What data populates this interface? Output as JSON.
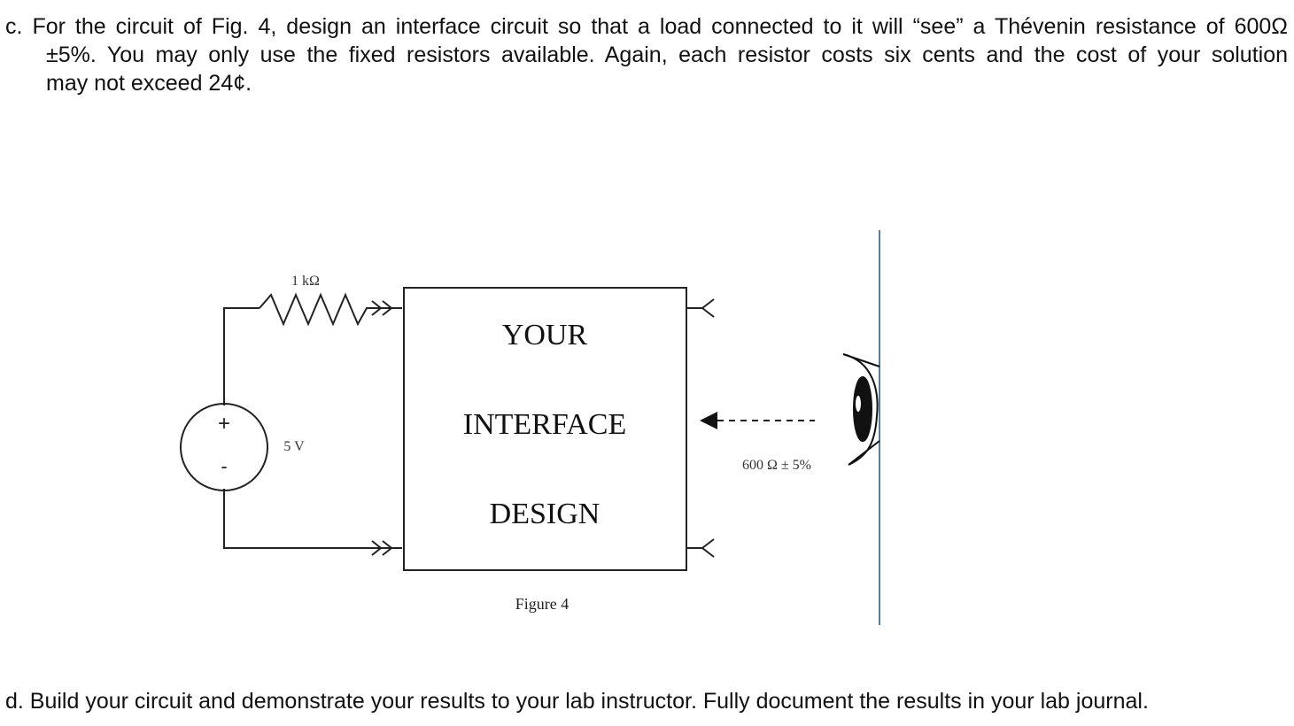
{
  "question_c": {
    "line1": "c. For the circuit of Fig. 4, design an interface circuit so that a load connected to it will “see” a Thévenin resistance of  600Ω",
    "line2": "±5%. You may only use the fixed resistors available. Again, each resistor costs six cents and the cost of  your solution",
    "line3": "may not exceed 24¢."
  },
  "figure": {
    "resistor_label": "1 kΩ",
    "source_plus": "+",
    "source_minus": "-",
    "source_value": "5 V",
    "box_line1": "YOUR",
    "box_line2": "INTERFACE",
    "box_line3": "DESIGN",
    "resistance_label": "600 Ω ± 5%",
    "caption": "Figure 4"
  },
  "question_d": {
    "text": "d. Build your circuit and demonstrate your results to your lab instructor. Fully document the results in your lab  journal."
  }
}
